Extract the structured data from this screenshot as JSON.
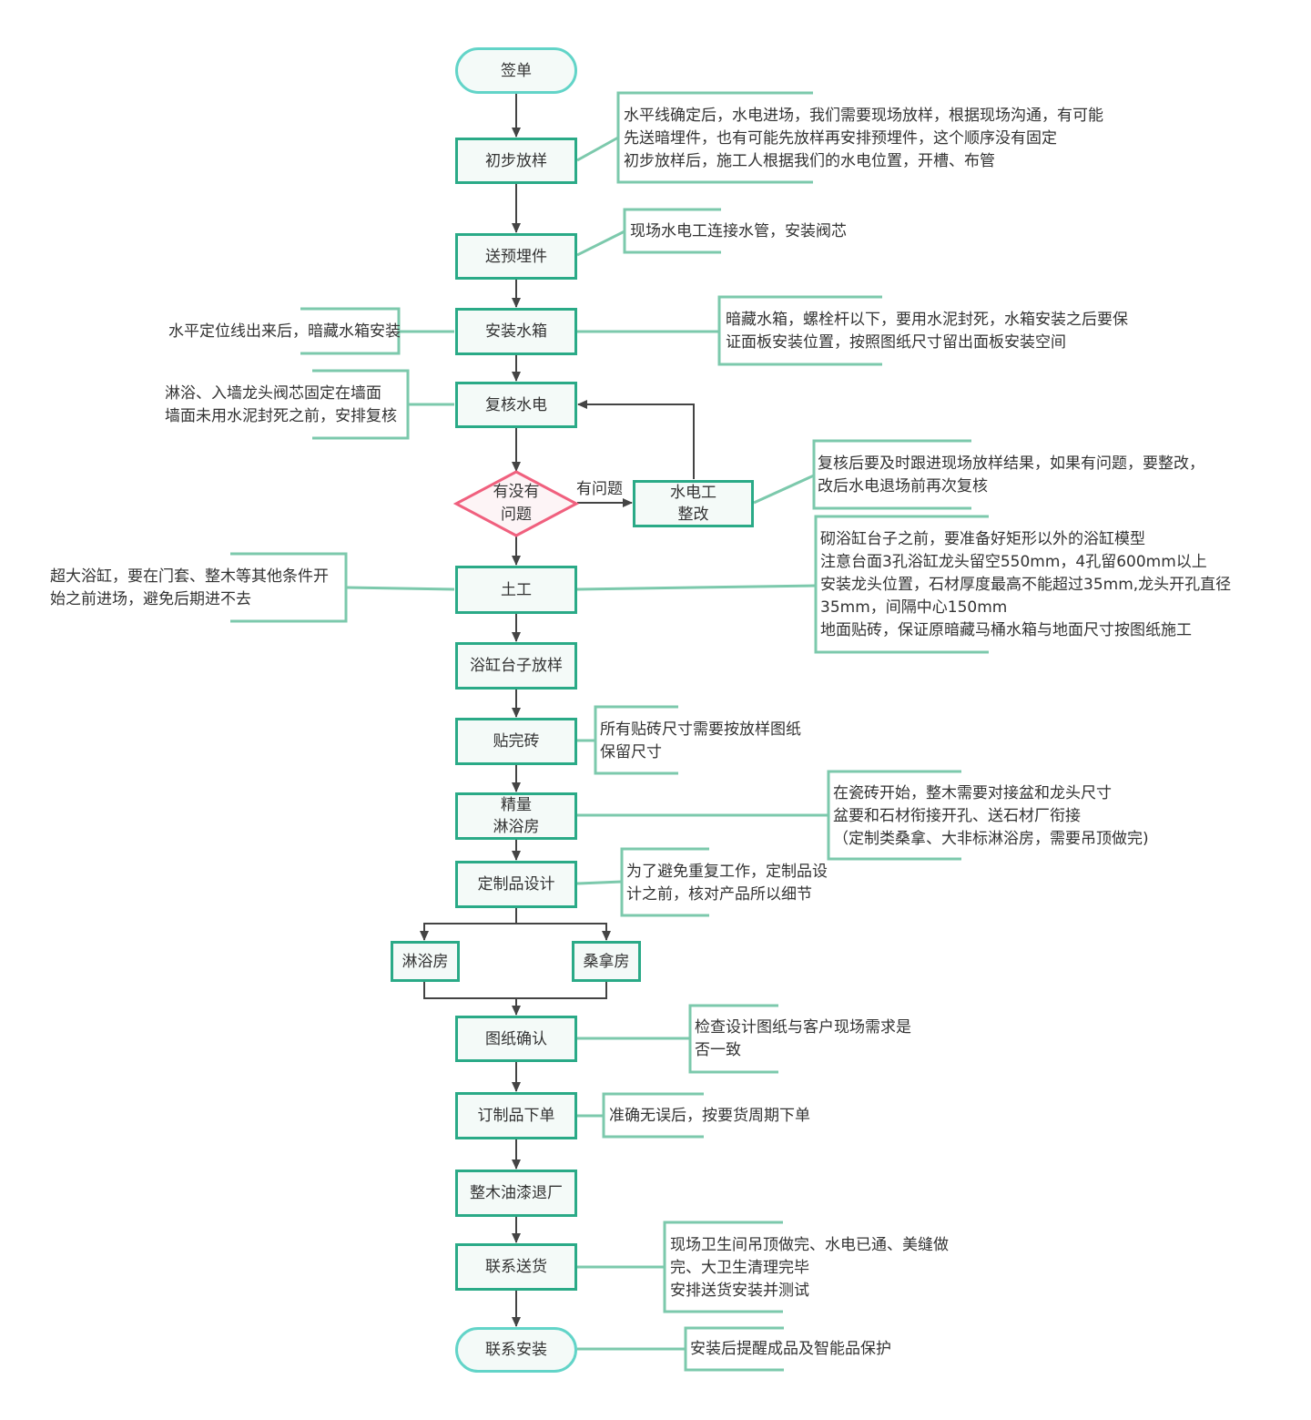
{
  "colors": {
    "process_border": "#2aaa87",
    "terminal_border": "#62d4c8",
    "decision_border": "#f0607e",
    "node_fill": "#f4faf8",
    "note_bracket": "#7cc9ac",
    "arrow": "#444444"
  },
  "nodes": {
    "sign": "签单",
    "initial_layout": "初步放样",
    "embed_parts": "送预埋件",
    "install_tank": "安装水箱",
    "recheck": "复核水电",
    "decision": "有没有\n问题",
    "fix": "水电工\n整改",
    "civil": "土工",
    "tub_layout": "浴缸台子放样",
    "tiling": "贴完砖",
    "measure": "精量\n淋浴房",
    "custom_design": "定制品设计",
    "shower_room": "淋浴房",
    "sauna_room": "桑拿房",
    "drawing_confirm": "图纸确认",
    "order": "订制品下单",
    "exit_crafts": "整木油漆退厂",
    "delivery": "联系送货",
    "install": "联系安装"
  },
  "edge_labels": {
    "has_problem": "有问题"
  },
  "notes": {
    "initial_layout": "水平线确定后，水电进场，我们需要现场放样，根据现场沟通，有可能\n先送暗埋件，也有可能先放样再安排预埋件，这个顺序没有固定\n初步放样后，施工人根据我们的水电位置，开槽、布管",
    "embed_parts": "现场水电工连接水管，安装阀芯",
    "install_tank_left": "水平定位线出来后，暗藏水箱安装",
    "install_tank_right": "暗藏水箱，螺栓杆以下，要用水泥封死，水箱安装之后要保\n证面板安装位置，按照图纸尺寸留出面板安装空间",
    "recheck_left": "淋浴、入墙龙头阀芯固定在墙面\n墙面未用水泥封死之前，安排复核",
    "fix": "复核后要及时跟进现场放样结果，如果有问题，要整改，\n改后水电退场前再次复核",
    "civil_left": "超大浴缸，要在门套、整木等其他条件开\n始之前进场，避免后期进不去",
    "civil_right": "砌浴缸台子之前，要准备好矩形以外的浴缸模型\n注意台面3孔浴缸龙头留空550mm，4孔留600mm以上\n安装龙头位置，石材厚度最高不能超过35mm,龙头开孔直径\n35mm，间隔中心150mm\n地面贴砖，保证原暗藏马桶水箱与地面尺寸按图纸施工",
    "tiling": "所有贴砖尺寸需要按放样图纸\n保留尺寸",
    "measure": "在瓷砖开始，整木需要对接盆和龙头尺寸\n盆要和石材衔接开孔、送石材厂衔接\n（定制类桑拿、大非标淋浴房，需要吊顶做完)",
    "custom_design": "为了避免重复工作，定制品设\n计之前，核对产品所以细节",
    "drawing_confirm": "检查设计图纸与客户现场需求是\n否一致",
    "order": "准确无误后，按要货周期下单",
    "delivery": "现场卫生间吊顶做完、水电已通、美缝做\n完、大卫生清理完毕\n安排送货安装并测试",
    "install": "安装后提醒成品及智能品保护"
  }
}
